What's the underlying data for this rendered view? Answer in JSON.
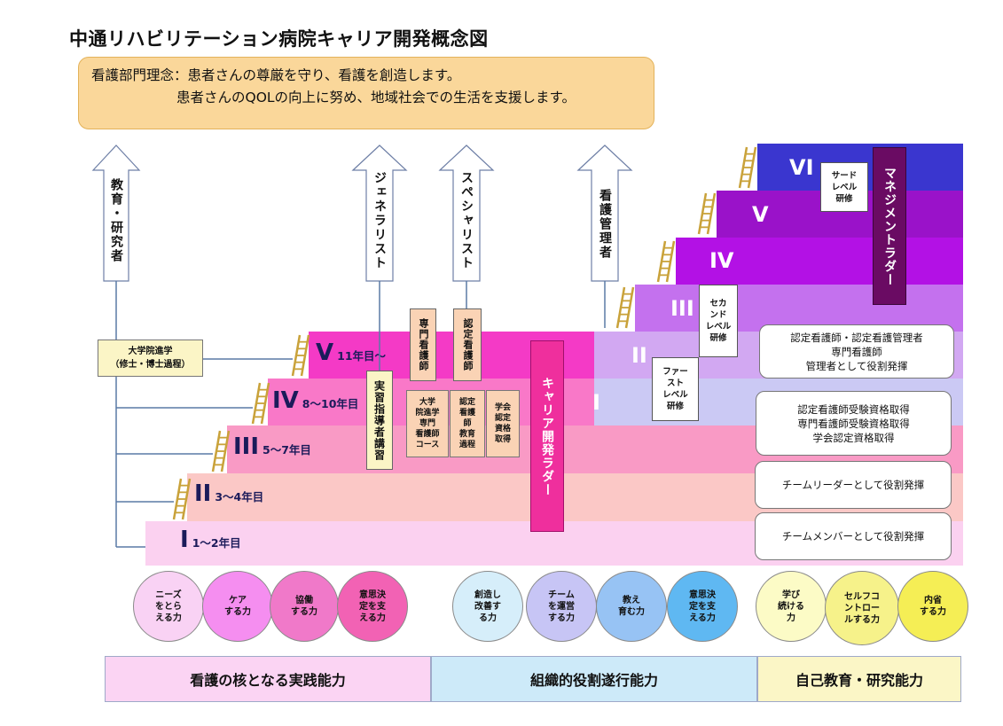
{
  "title": "中通リハビリテーション病院キャリア開発概念図",
  "philosophy": {
    "line1": "看護部門理念：患者さんの尊厳を守り、看護を創造します。",
    "line2": "患者さんのQOLの向上に努め、地域社会での生活を支援します。"
  },
  "arrows": {
    "edu": "教育・研究者",
    "generalist": "ジェネラリスト",
    "specialist": "スペシャリスト",
    "manager": "看護管理者"
  },
  "clinical_ladder": [
    {
      "roman": "I",
      "years": "1～2年目"
    },
    {
      "roman": "II",
      "years": "3～4年目"
    },
    {
      "roman": "III",
      "years": "5～7年目"
    },
    {
      "roman": "IV",
      "years": "8～10年目"
    },
    {
      "roman": "V",
      "years": "11年目～"
    }
  ],
  "career_ladder_levels": [
    "I",
    "II",
    "III",
    "IV",
    "V",
    "VI"
  ],
  "grad_school": "大学院進学\n（修士・博士過程）",
  "practice_instructor": "実習指導者講習",
  "specialist_nurse": "専門看護師",
  "certified_nurse": "認定看護師",
  "specialist_courses": [
    "大学\n院進学\n専門\n看護師\nコース",
    "認定\n看護\n師\n教育\n過程",
    "学会\n認定\n資格\n取得"
  ],
  "career_ladder_label": "キャリア開発ラダー",
  "management_ladder_label": "マネジメントラダー",
  "trainings": {
    "first": "ファー\nスト\nレベル\n研修",
    "second": "セカ\nンド\nレベル\n研修",
    "third": "サード\nレベル\n研修"
  },
  "roles": [
    "認定看護師・認定看護管理者\n専門看護師\n管理者として役割発揮",
    "認定看護師受験資格取得\n専門看護師受験資格取得\n学会認定資格取得",
    "チームリーダーとして役割発揮",
    "チームメンバーとして役割発揮"
  ],
  "abilities": [
    {
      "label": "ニーズ\nをとら\nえる力",
      "color": "#f9d2f4"
    },
    {
      "label": "ケア\nする力",
      "color": "#f58ef0"
    },
    {
      "label": "協働\nする力",
      "color": "#f079c9"
    },
    {
      "label": "意思決\n定を支\nえる力",
      "color": "#f262b4"
    },
    {
      "label": "創造し\n改善す\nる力",
      "color": "#d6eefa"
    },
    {
      "label": "チーム\nを運営\nする力",
      "color": "#c7c5f5"
    },
    {
      "label": "教え\n育む力",
      "color": "#97c3f4"
    },
    {
      "label": "意思決\n定を支\nえる力",
      "color": "#5fb8f2"
    },
    {
      "label": "学び\n続ける\n力",
      "color": "#fcfbc6"
    },
    {
      "label": "セルフコ\nントロー\nルする力",
      "color": "#f6f28a"
    },
    {
      "label": "内省\nする力",
      "color": "#f5ee55"
    }
  ],
  "categories": [
    {
      "label": "看護の核となる実践能力",
      "color": "#fbd4f3"
    },
    {
      "label": "組織的役割遂行能力",
      "color": "#cdeaf9"
    },
    {
      "label": "自己教育・研究能力",
      "color": "#fbf6c6"
    }
  ]
}
